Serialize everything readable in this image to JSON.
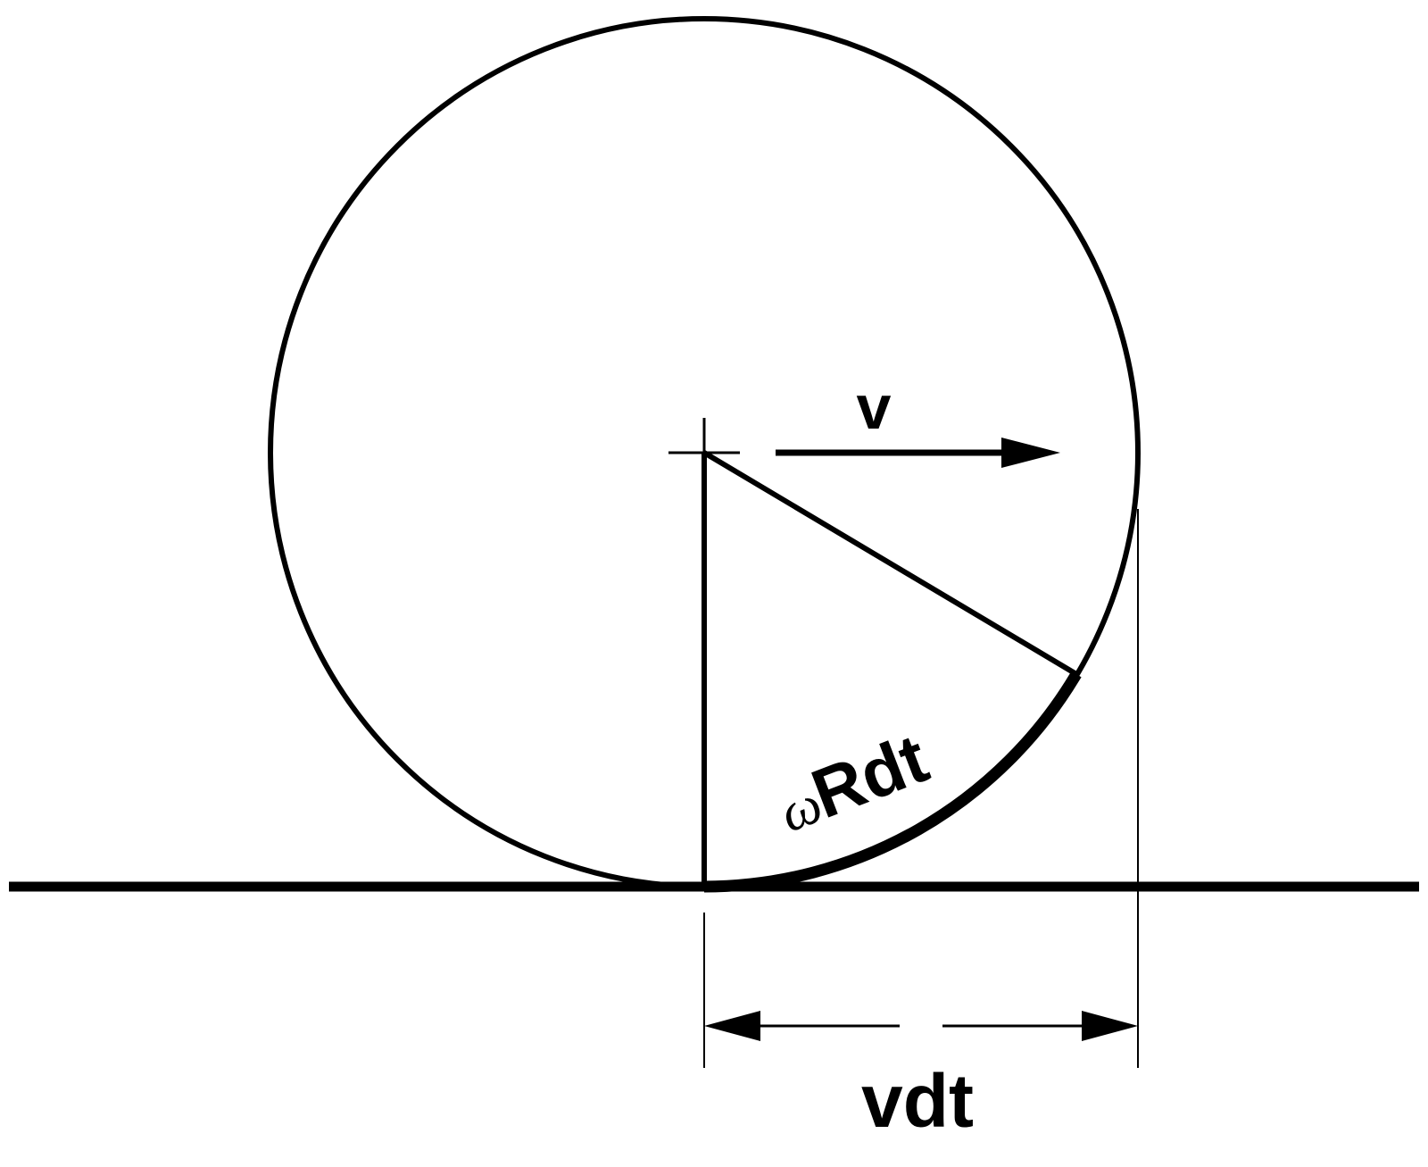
{
  "labels": {
    "velocity": "v",
    "arc_length": "Rdt",
    "omega": "ω",
    "displacement": "vdt"
  },
  "colors": {
    "stroke": "#000000",
    "background": "#ffffff"
  }
}
